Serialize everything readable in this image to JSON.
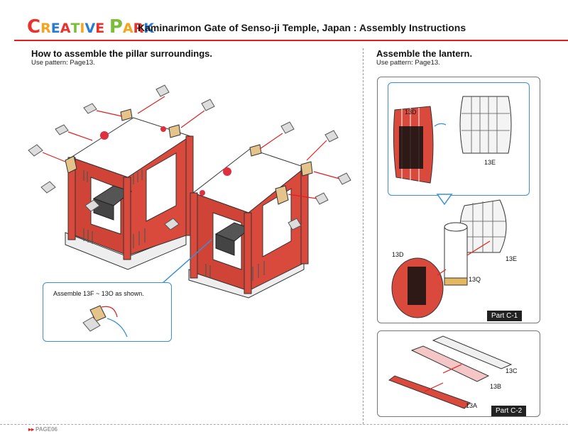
{
  "header": {
    "logo_letters": [
      "C",
      "R",
      "E",
      "A",
      "T",
      "I",
      "V",
      "E",
      " ",
      "P",
      "A",
      "R",
      "K"
    ],
    "logo_colors": [
      "#e8322d",
      "#f4a51c",
      "#2a7cd0",
      "#e8322d",
      "#7cbd3a",
      "#f4a51c",
      "#2a7cd0",
      "#e8322d",
      "#ffffff",
      "#7cbd3a",
      "#f4a51c",
      "#e8322d",
      "#2a7cd0"
    ],
    "title": "Kaminarimon Gate of Senso-ji Temple, Japan : Assembly Instructions"
  },
  "left_section": {
    "title": "How to assemble the pillar surroundings.",
    "subtitle": "Use pattern: Page13.",
    "callout": "Assemble 13F ~ 13O as shown."
  },
  "right_section": {
    "title": "Assemble the lantern.",
    "subtitle": "Use pattern: Page13.",
    "part_c1": {
      "label": "Part C-1",
      "part_labels": {
        "d_top": "13D",
        "e_top": "13E",
        "d_bottom": "13D",
        "e_bottom": "13E",
        "q": "13Q"
      }
    },
    "part_c2": {
      "label": "Part C-2",
      "part_labels": {
        "a": "13A",
        "b": "13B",
        "c": "13C"
      }
    }
  },
  "footer": {
    "page": "PAGE06"
  },
  "colors": {
    "accent_red": "#e02020",
    "callout_blue": "#3a8fd6",
    "gate_red": "#d94a3d"
  }
}
